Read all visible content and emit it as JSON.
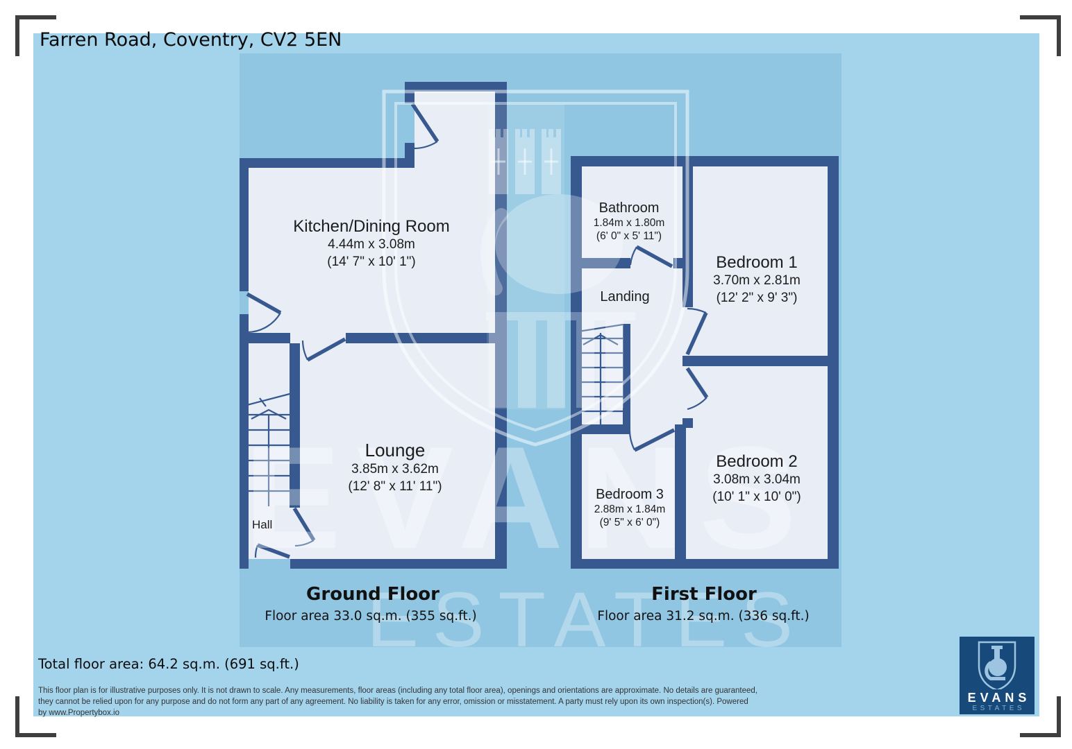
{
  "title": "Farren Road, Coventry, CV2 5EN",
  "ground_floor": {
    "label": "Ground Floor",
    "area": "Floor area 33.0 sq.m. (355 sq.ft.)",
    "rooms": {
      "kitchen": {
        "name": "Kitchen/Dining Room",
        "metric": "4.44m x 3.08m",
        "imperial": "(14' 7\" x 10' 1\")"
      },
      "lounge": {
        "name": "Lounge",
        "metric": "3.85m x 3.62m",
        "imperial": "(12' 8\" x 11' 11\")"
      },
      "hall": {
        "name": "Hall"
      }
    }
  },
  "first_floor": {
    "label": "First Floor",
    "area": "Floor area 31.2 sq.m. (336 sq.ft.)",
    "rooms": {
      "bathroom": {
        "name": "Bathroom",
        "metric": "1.84m x 1.80m",
        "imperial": "(6' 0\" x 5' 11\")"
      },
      "landing": {
        "name": "Landing"
      },
      "bedroom1": {
        "name": "Bedroom 1",
        "metric": "3.70m x 2.81m",
        "imperial": "(12' 2\" x 9' 3\")"
      },
      "bedroom2": {
        "name": "Bedroom 2",
        "metric": "3.08m x 3.04m",
        "imperial": "(10' 1\" x 10' 0\")"
      },
      "bedroom3": {
        "name": "Bedroom 3",
        "metric": "2.88m x 1.84m",
        "imperial": "(9' 5\" x 6' 0\")"
      }
    }
  },
  "total_area": "Total floor area: 64.2 sq.m. (691 sq.ft.)",
  "disclaimer_lines": [
    "This floor plan is for illustrative purposes only. It is not drawn to scale. Any measurements, floor areas (including any total floor area), openings and orientations are approximate. No details are guaranteed,",
    "they cannot be relied upon for any purpose and do not form any part of any agreement. No liability is taken for any error, omission or misstatement. A party must rely upon its own inspection(s). Powered",
    "by www.Propertybox.io"
  ],
  "watermark": {
    "line1": "EVANS",
    "line2": "ESTATES"
  },
  "logo": {
    "name": "EVANS",
    "sub": "ESTATES"
  },
  "colors": {
    "page_blue": "#a4d4ec",
    "backdrop_blue": "#90c6e2",
    "wall_navy": "#37598f",
    "room_fill": "#e9eef6",
    "logo_navy": "#17497a",
    "bracket_dark": "#3e3e3e"
  }
}
